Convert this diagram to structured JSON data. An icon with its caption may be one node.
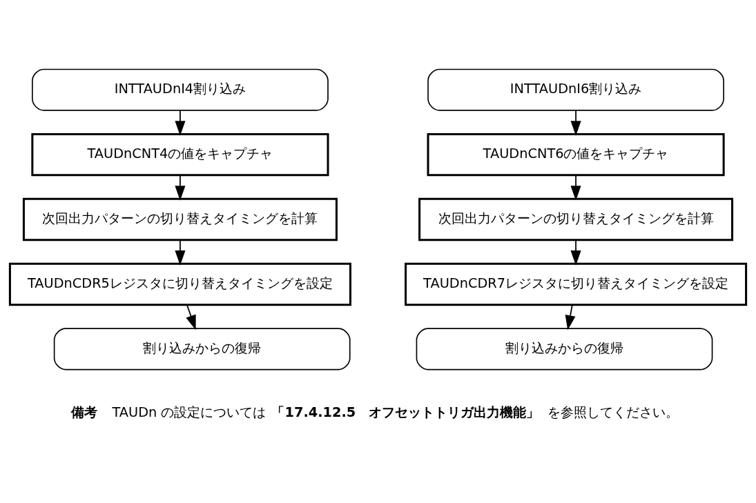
{
  "diagram": {
    "nodes": [
      {
        "text": [
          "INTTAUDnI4割り込み"
        ]
      },
      {
        "text": [
          "TAUDnCNT4の値をキャプチャ"
        ]
      },
      {
        "text": [
          "次回出力パターンの切り替えタイミングを計算"
        ]
      },
      {
        "text": [
          "TAUDnCDR5レジスタに切り替えタイミングを設定"
        ]
      },
      {
        "text": [
          "割り込みからの復帰"
        ]
      },
      {
        "text": [
          "INTTAUDnI6割り込み"
        ]
      },
      {
        "text": [
          "TAUDnCNT6の値をキャプチャ"
        ]
      },
      {
        "text": [
          "次回出力パターンの切り替えタイミングを計算"
        ]
      },
      {
        "text": [
          "TAUDnCDR7レジスタに切り替えタイミングを設定"
        ]
      },
      {
        "text": [
          "割り込みからの復帰"
        ]
      }
    ],
    "edges": [
      {
        "from": 0,
        "to": 1,
        "arrow": "to"
      },
      {
        "from": 1,
        "to": 2,
        "arrow": "to"
      },
      {
        "from": 2,
        "to": 3,
        "arrow": "to"
      },
      {
        "from": 3,
        "to": 4,
        "arrow": "to"
      },
      {
        "from": 5,
        "to": 6,
        "arrow": "to"
      },
      {
        "from": 6,
        "to": 7,
        "arrow": "to"
      },
      {
        "from": 7,
        "to": 8,
        "arrow": "to"
      },
      {
        "from": 8,
        "to": 9,
        "arrow": "to"
      }
    ],
    "labels": [
      "**備考**　TAUDn の設定については**「17.4.12.5　オフセットトリガ出力機能」**を参照してください。"
    ]
  }
}
